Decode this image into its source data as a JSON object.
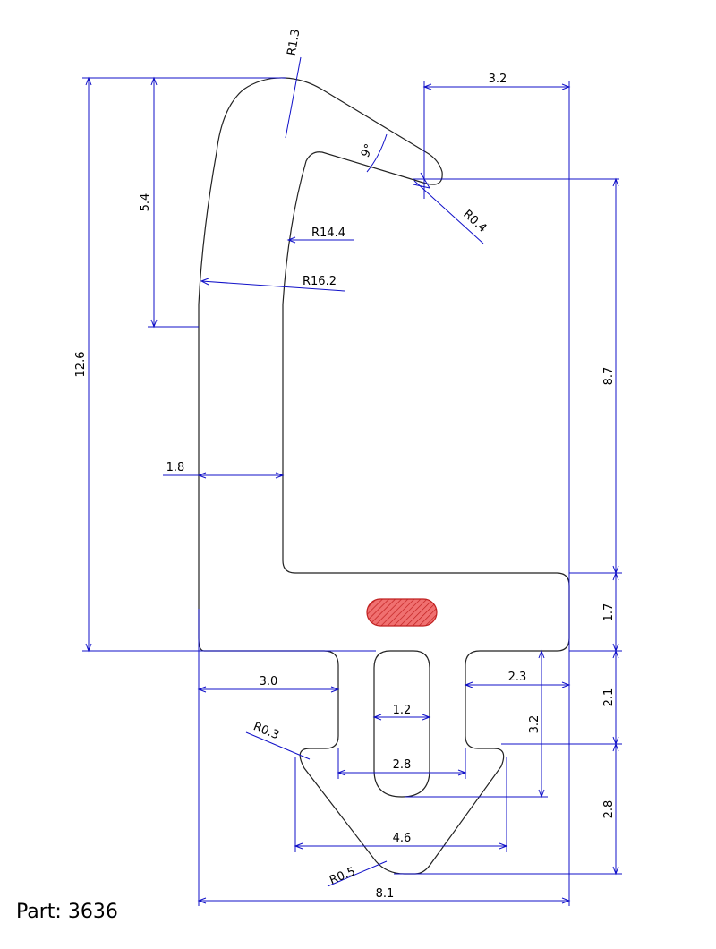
{
  "colors": {
    "outline": "#222222",
    "dimension": "#1010c8",
    "hatch_fill": "#f07070",
    "hatch_stroke": "#c02020"
  },
  "part": {
    "label": "Part:",
    "number": "3636"
  },
  "dimensions": {
    "r1_3": "R1.3",
    "w3_2_top": "3.2",
    "ang9": "9°",
    "r0_4": "R0.4",
    "h5_4": "5.4",
    "r14_4": "R14.4",
    "r16_2": "R16.2",
    "h12_6": "12.6",
    "h8_7": "8.7",
    "w1_8": "1.8",
    "h1_7": "1.7",
    "w3_0": "3.0",
    "w2_3": "2.3",
    "h2_1": "2.1",
    "w1_2": "1.2",
    "h3_2": "3.2",
    "r0_3": "R0.3",
    "w2_8": "2.8",
    "h2_8": "2.8",
    "w4_6": "4.6",
    "r0_5": "R0.5",
    "w8_1": "8.1"
  }
}
